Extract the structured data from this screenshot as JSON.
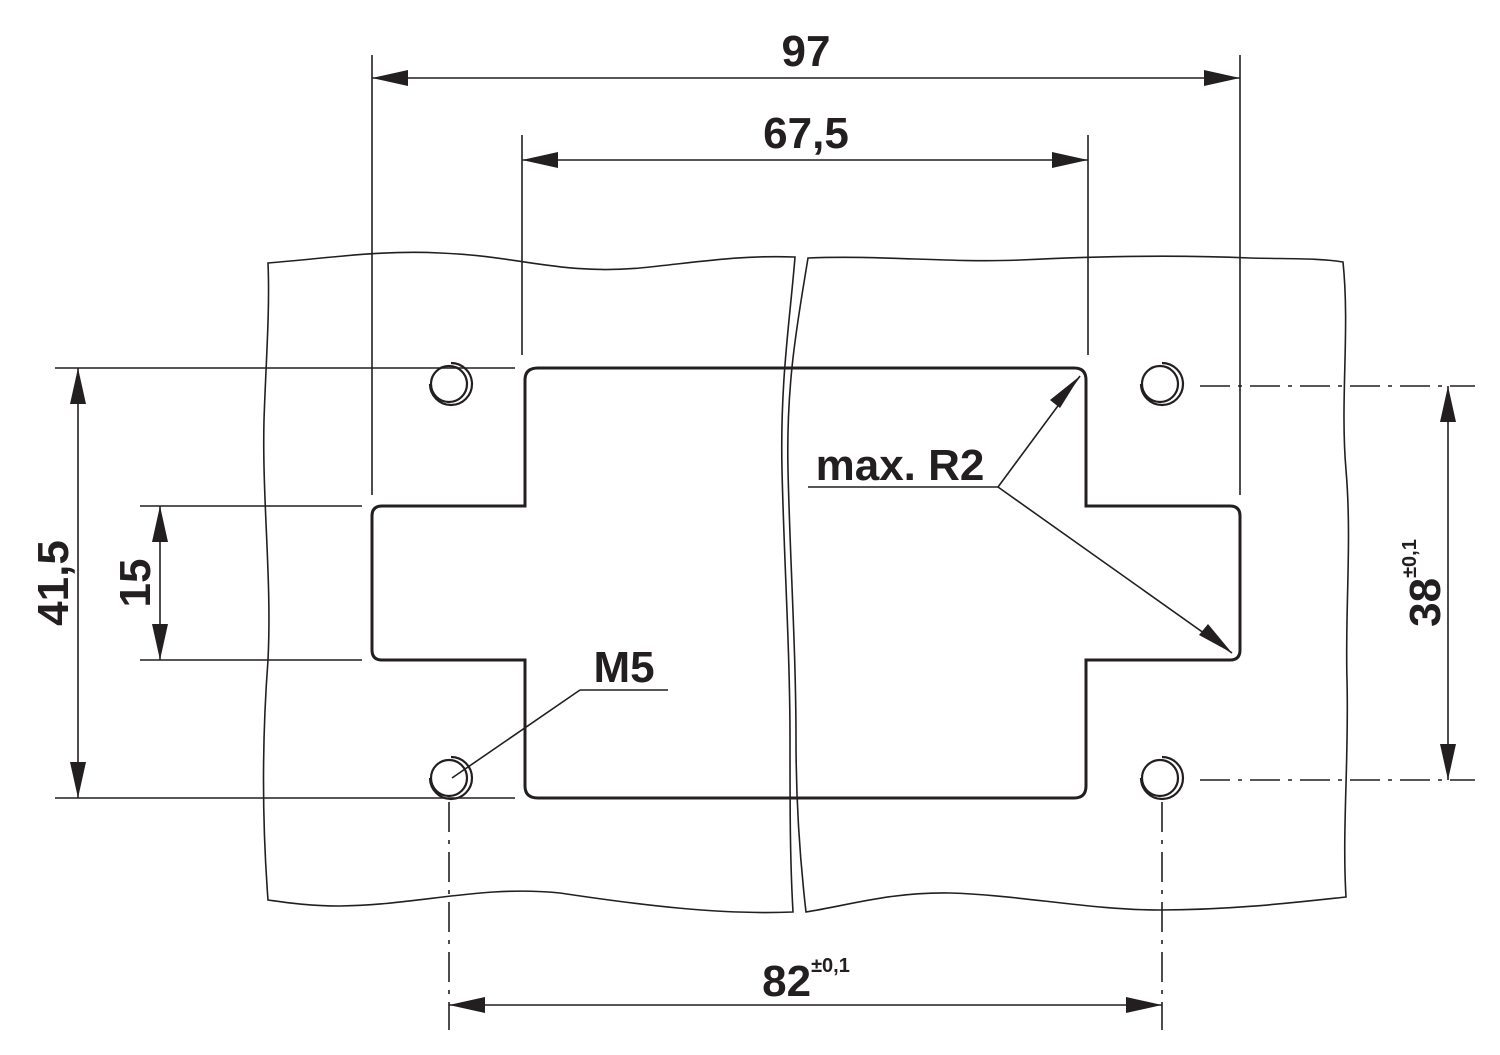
{
  "dimensions": {
    "overall_width": "97",
    "cutout_width": "67,5",
    "hole_spacing_horizontal": "82",
    "hole_spacing_horizontal_tolerance": "±0,1",
    "overall_height": "41,5",
    "tab_height": "15",
    "hole_spacing_vertical": "38",
    "hole_spacing_vertical_tolerance": "±0,1"
  },
  "labels": {
    "thread": "M5",
    "corner_radius": "max. R2"
  },
  "colors": {
    "line": "#231f20",
    "background": "#ffffff"
  }
}
